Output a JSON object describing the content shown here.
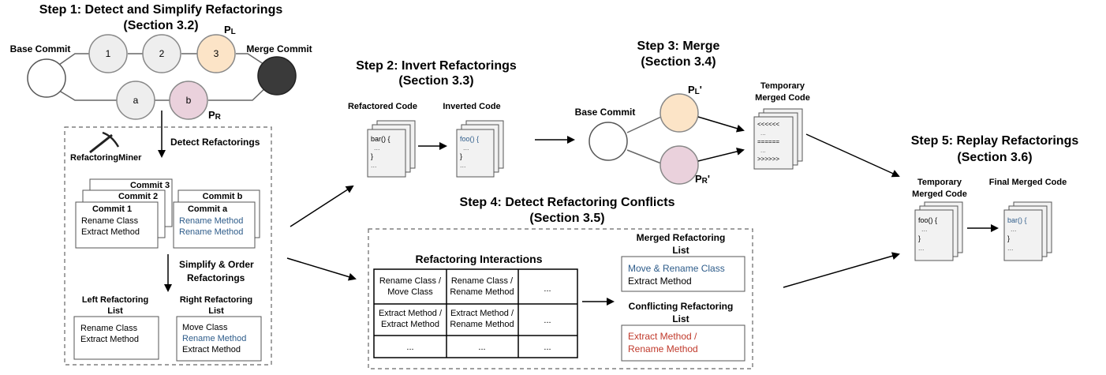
{
  "step1": {
    "title_line1": "Step 1: Detect and Simplify Refactorings",
    "title_line2": "(Section 3.2)",
    "base_commit": "Base Commit",
    "merge_commit": "Merge Commit",
    "left_commits": [
      "1",
      "2",
      "3"
    ],
    "right_commits": [
      "a",
      "b"
    ],
    "pl": "P",
    "pl_sub": "L",
    "pr": "P",
    "pr_sub": "R",
    "detect_label": "Detect Refactorings",
    "tool_label": "RefactoringMiner",
    "left_stack": {
      "back2": "Commit 3",
      "back1": "Commit 2",
      "front": "Commit 1",
      "items": [
        "Rename Class",
        "Extract Method"
      ]
    },
    "right_stack": {
      "back": "Commit b",
      "front": "Commit a",
      "items": [
        "Rename Method",
        "Rename Method"
      ]
    },
    "simplify_line1": "Simplify & Order",
    "simplify_line2": "Refactorings",
    "left_list_title_line1": "Left Refactoring",
    "left_list_title_line2": "List",
    "left_list_items": [
      "Rename Class",
      "Extract Method"
    ],
    "right_list_title_line1": "Right Refactoring",
    "right_list_title_line2": "List",
    "right_list_items": [
      "Move Class",
      "Rename Method",
      "Extract Method"
    ]
  },
  "step2": {
    "title_line1": "Step 2: Invert Refactorings",
    "title_line2": "(Section 3.3)",
    "refactored_label": "Refactored Code",
    "inverted_label": "Inverted Code",
    "refactored_code": [
      "bar() {",
      "...",
      "}",
      "..."
    ],
    "inverted_code": [
      "foo() {",
      "...",
      "}",
      "..."
    ]
  },
  "step3": {
    "title_line1": "Step 3: Merge",
    "title_line2": "(Section 3.4)",
    "base_commit": "Base Commit",
    "pl": "P",
    "pl_sub": "L",
    "pl_prime": "'",
    "pr": "P",
    "pr_sub": "R",
    "pr_prime": "'",
    "temp_label_line1": "Temporary",
    "temp_label_line2": "Merged Code",
    "temp_code": [
      "<<<<<<",
      "...",
      "======",
      "...",
      ">>>>>>"
    ]
  },
  "step4": {
    "title_line1": "Step 4: Detect Refactoring Conflicts",
    "title_line2": "(Section 3.5)",
    "table_title": "Refactoring Interactions",
    "table": [
      [
        [
          "Rename Class /",
          "Move Class"
        ],
        [
          "Rename Class /",
          "Rename Method"
        ],
        [
          "..."
        ]
      ],
      [
        [
          "Extract Method /",
          "Extract Method"
        ],
        [
          "Extract Method /",
          "Rename Method"
        ],
        [
          "..."
        ]
      ],
      [
        [
          "..."
        ],
        [
          "..."
        ],
        [
          "..."
        ]
      ]
    ],
    "merged_title_line1": "Merged Refactoring",
    "merged_title_line2": "List",
    "merged_items": [
      "Move & Rename Class",
      "Extract Method"
    ],
    "conflict_title_line1": "Conflicting Refactoring",
    "conflict_title_line2": "List",
    "conflict_items": [
      "Extract Method /",
      "Rename Method"
    ]
  },
  "step5": {
    "title_line1": "Step 5: Replay Refactorings",
    "title_line2": "(Section 3.6)",
    "temp_label_line1": "Temporary",
    "temp_label_line2": "Merged Code",
    "final_label": "Final Merged Code",
    "temp_code": [
      "foo() {",
      "...",
      "}",
      "..."
    ],
    "final_code": [
      "bar() {",
      "...",
      "}",
      "..."
    ]
  },
  "colors": {
    "pl_fill": "#fce4c7",
    "pr_fill": "#ead1dc",
    "commit_fill": "#eeeeee",
    "merge_fill": "#3a3a3a",
    "blue_text": "#2e5c8a",
    "red_text": "#c0392b",
    "code_fill": "#f2f2f2"
  }
}
